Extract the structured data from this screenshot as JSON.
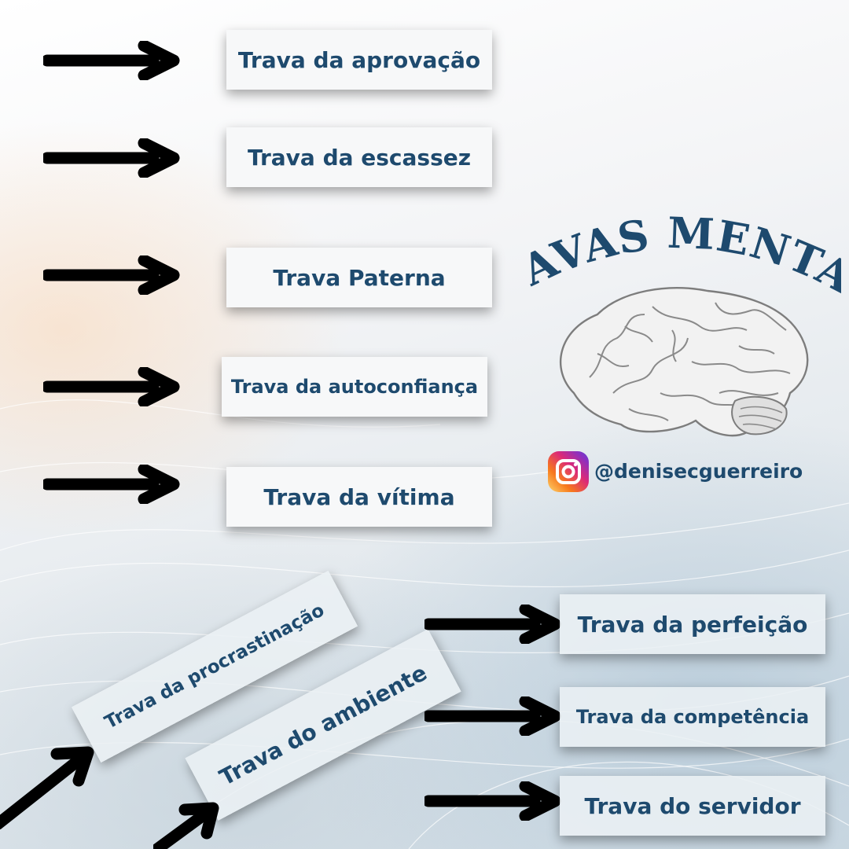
{
  "title": "TRAVAS MENTAIS",
  "handle": "@denisecguerreiro",
  "icons": {
    "instagram": "instagram-icon",
    "brain": "brain-illustration",
    "arrow": "arrow-right-icon"
  },
  "colors": {
    "text": "#1e4a6e",
    "arrow": "#000000",
    "card": "#f7f8f9"
  },
  "travas": {
    "aprovacao": "Trava da aprovação",
    "escassez": "Trava da escassez",
    "paterna": "Trava Paterna",
    "autoconfianca": "Trava da autoconfiança",
    "vitima": "Trava da vítima",
    "procrastinacao": "Trava da procrastinação",
    "ambiente": "Trava do ambiente",
    "perfeicao": "Trava da perfeição",
    "competencia": "Trava da competência",
    "servidor": "Trava do servidor"
  }
}
